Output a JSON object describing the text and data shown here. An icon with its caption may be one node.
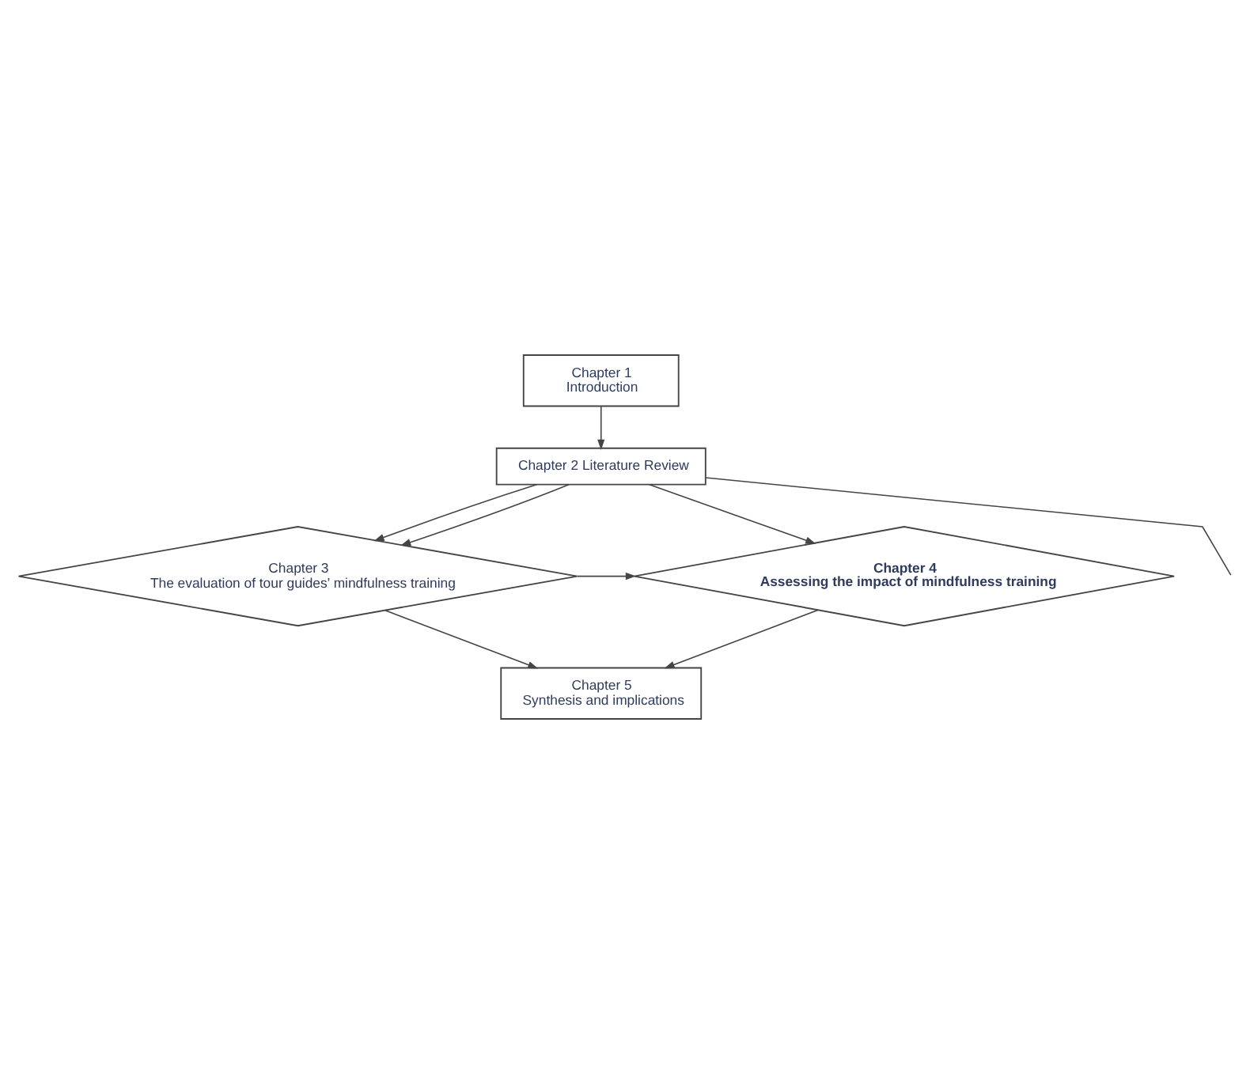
{
  "diagram": {
    "nodes": [
      {
        "text": [
          "Chapter 1",
          "Introduction"
        ]
      },
      {
        "text": [
          "Chapter 2 Literature Review"
        ]
      },
      {
        "text": [
          "Chapter 3",
          "The evaluation of tour guides’ mindfulness training"
        ]
      },
      {
        "text": [
          "Chapter 4",
          "Assessing the impact of mindfulness training"
        ]
      },
      {
        "text": [
          "Chapter 5",
          "Synthesis and implications"
        ]
      }
    ],
    "edges": [
      {
        "from": 0,
        "to": 1,
        "arrow": "to"
      },
      {
        "from": 1,
        "to": 2,
        "arrow": "to"
      },
      {
        "from": 1,
        "to": 3,
        "arrow": "to"
      },
      {
        "from": 1,
        "to": 2,
        "arrow": "to"
      },
      {
        "from": 1,
        "to": null,
        "arrow": "none"
      },
      {
        "from": 2,
        "to": 3,
        "arrow": "to"
      },
      {
        "from": 2,
        "to": 4,
        "arrow": "to"
      },
      {
        "from": 3,
        "to": 4,
        "arrow": "to"
      }
    ]
  }
}
